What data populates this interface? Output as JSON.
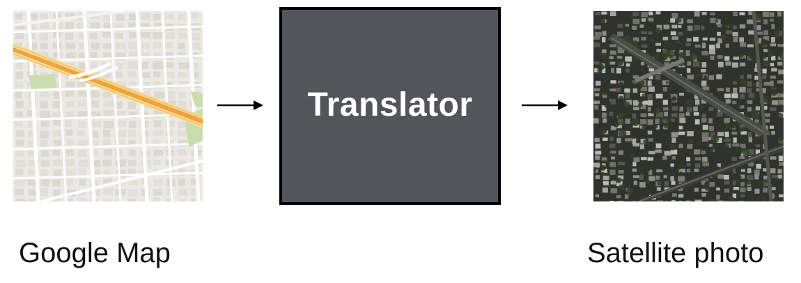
{
  "diagram": {
    "input_caption": "Google Map",
    "center_label": "Translator",
    "output_caption": "Satellite photo",
    "colors": {
      "box_fill": "#53555b",
      "box_border": "#000000",
      "map_background": "#ebe9e4",
      "map_highway": "#f0a23c",
      "map_park": "#c9ddb0",
      "satellite_background": "#2f322d"
    },
    "icons": [
      "right-arrow-icon",
      "right-arrow-icon"
    ]
  }
}
